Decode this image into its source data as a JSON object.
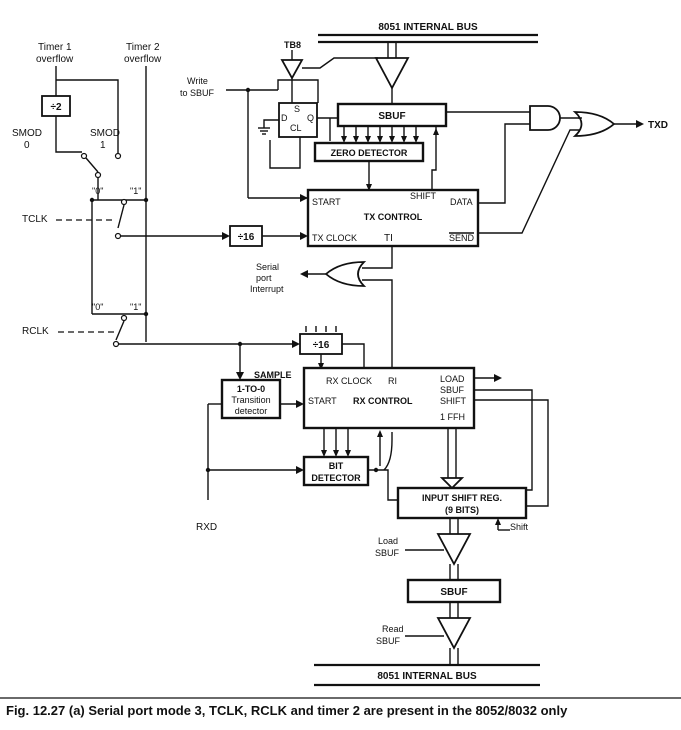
{
  "labels": {
    "bus_top": "8051 INTERNAL BUS",
    "bus_bottom": "8051 INTERNAL BUS",
    "tb8": "TB8",
    "write_sbuf_1": "Write",
    "write_sbuf_2": "to SBUF",
    "timer1_1": "Timer 1",
    "timer1_2": "overflow",
    "timer2_1": "Timer 2",
    "timer2_2": "overflow",
    "div2": "÷2",
    "smod0_1": "SMOD",
    "smod0_2": "0",
    "smod1_1": "SMOD",
    "smod1_2": "1",
    "sw_tclk_0": "\"0\"",
    "sw_tclk_1": "\"1\"",
    "tclk": "TCLK",
    "rclk": "RCLK",
    "sw_rclk_0": "\"0\"",
    "sw_rclk_1": "\"1\"",
    "div16_tx": "÷16",
    "div16_rx": "÷16",
    "ff_d": "D",
    "ff_s": "S",
    "ff_q": "Q",
    "ff_cl": "CL",
    "sbuf_tx": "SBUF",
    "zero_detector": "ZERO DETECTOR",
    "tx_start": "START",
    "tx_shift": "SHIFT",
    "tx_data": "DATA",
    "tx_control": "TX CONTROL",
    "tx_clock": "TX CLOCK",
    "tx_ti": "TI",
    "tx_send": "SEND",
    "txd": "TXD",
    "serial_int_1": "Serial",
    "serial_int_2": "port",
    "serial_int_3": "Interrupt",
    "sample": "SAMPLE",
    "trans_1": "1-TO-0",
    "trans_2": "Transition",
    "trans_3": "detector",
    "rx_clock": "RX CLOCK",
    "rx_ri": "RI",
    "rx_load": "LOAD",
    "rx_sbuf": "SBUF",
    "rx_shift": "SHIFT",
    "rx_start": "START",
    "rx_control": "RX CONTROL",
    "rx_1ffh": "1 FFH",
    "bit_det_1": "BIT",
    "bit_det_2": "DETECTOR",
    "rxd": "RXD",
    "isr_1": "INPUT SHIFT REG.",
    "isr_2": "(9 BITS)",
    "isr_shift": "Shift",
    "load_sbuf_1": "Load",
    "load_sbuf_2": "SBUF",
    "sbuf_rx": "SBUF",
    "read_sbuf_1": "Read",
    "read_sbuf_2": "SBUF"
  },
  "caption": "Fig. 12.27 (a) Serial port mode 3, TCLK, RCLK and timer 2 are present in the 8052/8032 only"
}
